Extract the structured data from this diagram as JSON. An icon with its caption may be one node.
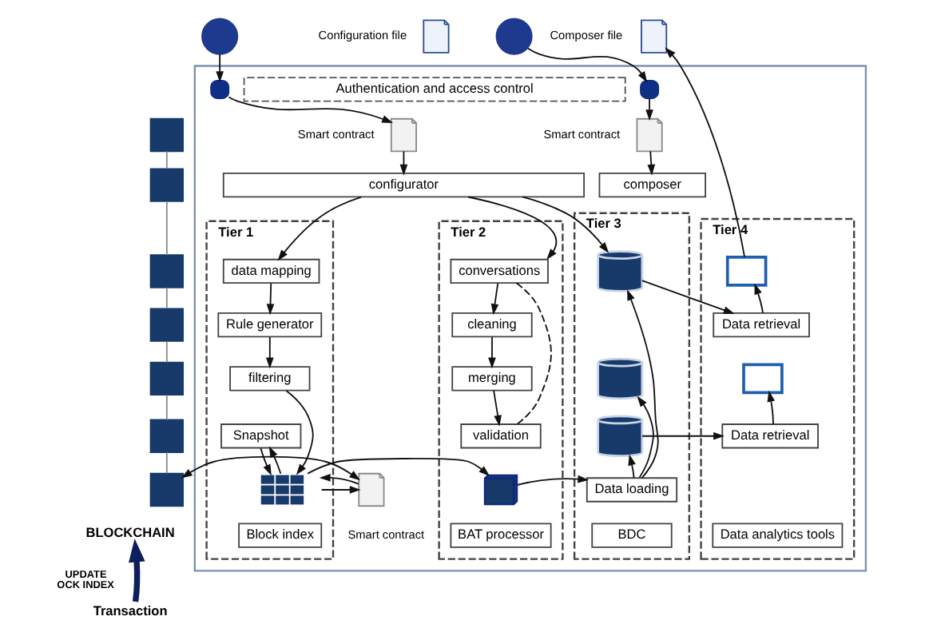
{
  "diagram": {
    "nodes": [
      {
        "text": [],
        "shape": "person"
      },
      {
        "text": [],
        "shape": "document",
        "beside": [
          "Configuration file"
        ]
      },
      {
        "text": [],
        "shape": "person"
      },
      {
        "text": [],
        "shape": "document",
        "beside": [
          "Composer file"
        ]
      },
      {
        "text": [],
        "shape": "box"
      },
      {
        "text": [
          "Authentication and access control"
        ],
        "in": 4
      },
      {
        "text": [],
        "shape": "lock",
        "in": 4
      },
      {
        "text": [],
        "shape": "lock",
        "in": 4
      },
      {
        "text": [],
        "shape": "document",
        "beside": [
          "Smart contract"
        ],
        "in": 4
      },
      {
        "text": [],
        "shape": "document",
        "beside": [
          "Smart contract"
        ],
        "in": 4
      },
      {
        "text": [
          "configurator"
        ],
        "in": 4
      },
      {
        "text": [
          "composer"
        ],
        "in": 4
      },
      {
        "text": [
          "Tier 1"
        ],
        "in": 4
      },
      {
        "text": [
          "data mapping"
        ],
        "in": 12
      },
      {
        "text": [
          "Rule generator"
        ],
        "in": 12
      },
      {
        "text": [
          "filtering"
        ],
        "in": 12
      },
      {
        "text": [
          "Snapshot"
        ],
        "in": 12
      },
      {
        "text": [],
        "shape": "grid",
        "in": 12
      },
      {
        "text": [],
        "shape": "document",
        "beside": [
          "Smart contract"
        ],
        "in": 4
      },
      {
        "text": [
          "Block index"
        ],
        "in": 12
      },
      {
        "text": [
          "Tier 2"
        ],
        "in": 4
      },
      {
        "text": [
          "conversations"
        ],
        "in": 20
      },
      {
        "text": [
          "cleaning"
        ],
        "in": 20
      },
      {
        "text": [
          "merging"
        ],
        "in": 20
      },
      {
        "text": [
          "validation"
        ],
        "in": 20
      },
      {
        "text": [],
        "shape": "squares",
        "in": 20
      },
      {
        "text": [
          "BAT processor"
        ],
        "in": 20
      },
      {
        "text": [
          "Tier 3"
        ],
        "in": 4
      },
      {
        "text": [],
        "shape": "cylinder",
        "in": 27
      },
      {
        "text": [],
        "shape": "cylinder",
        "in": 27
      },
      {
        "text": [],
        "shape": "cylinder",
        "in": 27
      },
      {
        "text": [
          "Data loading"
        ],
        "in": 27
      },
      {
        "text": [
          "BDC"
        ],
        "in": 27
      },
      {
        "text": [
          "Tier 4"
        ],
        "in": 4
      },
      {
        "text": [],
        "shape": "chart",
        "in": 33
      },
      {
        "text": [
          "Data retrieval"
        ],
        "in": 33
      },
      {
        "text": [],
        "shape": "chart",
        "in": 33
      },
      {
        "text": [
          "Data retrieval"
        ],
        "in": 33
      },
      {
        "text": [
          "Data analytics tools"
        ],
        "in": 33
      },
      {
        "text": [],
        "shape": "box"
      },
      {
        "text": [],
        "shape": "box"
      },
      {
        "text": [],
        "shape": "box"
      },
      {
        "text": [],
        "shape": "box"
      },
      {
        "text": [],
        "shape": "box"
      },
      {
        "text": [],
        "shape": "box"
      },
      {
        "text": [],
        "shape": "box"
      },
      {
        "text": [
          "BLOCKCHAIN"
        ]
      },
      {
        "text": [
          "Transaction"
        ]
      }
    ],
    "edges": [
      {
        "from": 0,
        "to": 6,
        "arrow": "to"
      },
      {
        "from": 6,
        "to": 8,
        "arrow": "to"
      },
      {
        "from": 8,
        "to": 10,
        "arrow": "to"
      },
      {
        "from": 2,
        "to": 7,
        "arrow": "to"
      },
      {
        "from": 7,
        "to": 9,
        "arrow": "to"
      },
      {
        "from": 9,
        "to": 11,
        "arrow": "to"
      },
      {
        "from": 34,
        "to": 3,
        "arrow": "to"
      },
      {
        "from": 10,
        "to": 13,
        "arrow": "to"
      },
      {
        "from": 10,
        "to": 21,
        "arrow": "to"
      },
      {
        "from": 10,
        "to": 28,
        "arrow": "to"
      },
      {
        "from": 13,
        "to": 14,
        "arrow": "to"
      },
      {
        "from": 14,
        "to": 15,
        "arrow": "to"
      },
      {
        "from": 15,
        "to": 17,
        "arrow": "to"
      },
      {
        "from": 17,
        "to": 16,
        "arrow": "to"
      },
      {
        "from": 16,
        "to": 17,
        "arrow": "to"
      },
      {
        "from": 17,
        "to": 18,
        "arrow": "to"
      },
      {
        "from": 18,
        "to": 17,
        "arrow": "to"
      },
      {
        "from": 17,
        "to": 25,
        "arrow": "to"
      },
      {
        "from": 21,
        "to": 22,
        "arrow": "to"
      },
      {
        "from": 22,
        "to": 23,
        "arrow": "to"
      },
      {
        "from": 23,
        "to": 24,
        "arrow": "to"
      },
      {
        "from": 21,
        "to": 24,
        "arrow": "none",
        "style": "dashed"
      },
      {
        "from": 25,
        "to": 31,
        "arrow": "to"
      },
      {
        "from": 31,
        "to": 28,
        "arrow": "to"
      },
      {
        "from": 31,
        "to": 29,
        "arrow": "to"
      },
      {
        "from": 31,
        "to": 30,
        "arrow": "to"
      },
      {
        "from": 28,
        "to": 35,
        "arrow": "to"
      },
      {
        "from": 30,
        "to": 37,
        "arrow": "to"
      },
      {
        "from": 35,
        "to": 34,
        "arrow": "to"
      },
      {
        "from": 37,
        "to": 36,
        "arrow": "to"
      },
      {
        "from": 18,
        "to": 45,
        "arrow": "both"
      },
      {
        "from": 39,
        "to": 40,
        "arrow": "none",
        "color": "#8c8c8c"
      },
      {
        "from": 40,
        "to": 41,
        "arrow": "none",
        "color": "#8c8c8c"
      },
      {
        "from": 41,
        "to": 42,
        "arrow": "none",
        "color": "#8c8c8c"
      },
      {
        "from": 42,
        "to": 43,
        "arrow": "none",
        "color": "#8c8c8c"
      },
      {
        "from": 43,
        "to": 44,
        "arrow": "none",
        "color": "#8c8c8c"
      },
      {
        "from": 44,
        "to": 45,
        "arrow": "none",
        "color": "#8c8c8c"
      },
      {
        "from": 47,
        "to": 46,
        "arrow": "to",
        "label": "UPDATE OCK INDEX",
        "style": "thick",
        "color": "#0d1f5c"
      }
    ]
  }
}
